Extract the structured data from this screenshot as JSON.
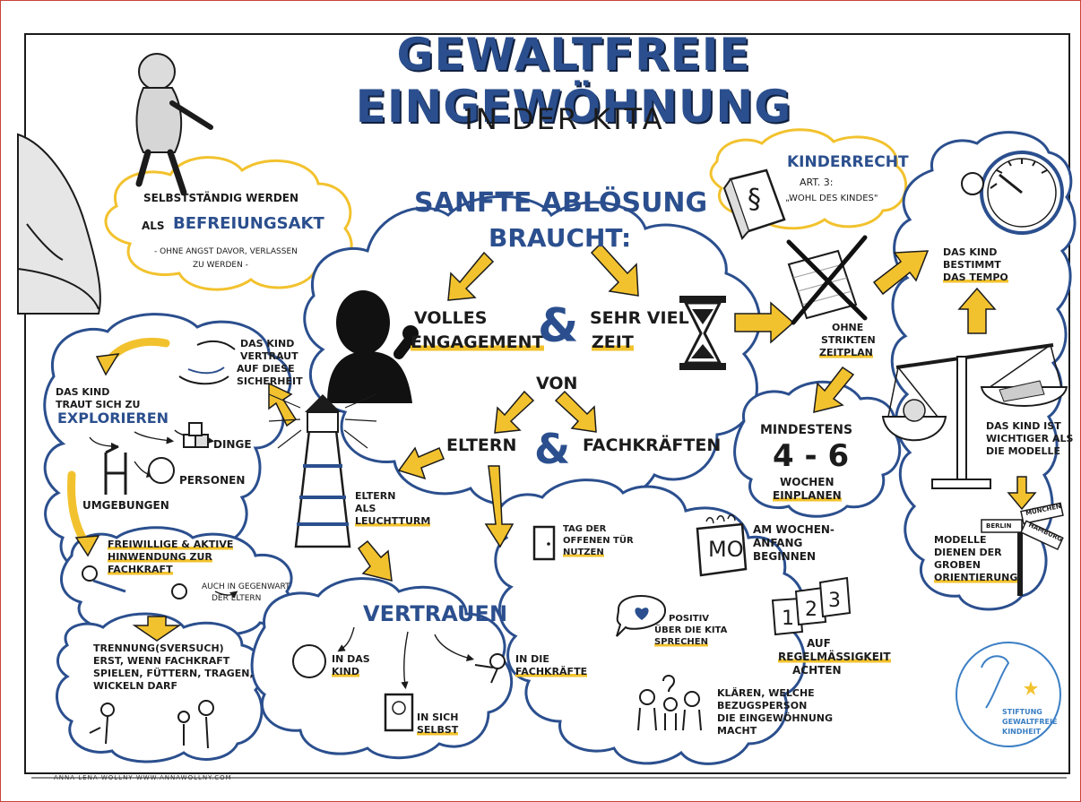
{
  "title": "GEWALTFREIE EINGEWÖHNUNG",
  "subtitle": "IN DER KITA",
  "befreiung": {
    "line1": "SELBSTSTÄNDIG WERDEN",
    "prefix": "ALS",
    "keyword": "BEFREIUNGSAKT",
    "note1": "- OHNE ANGST DAVOR, VERLASSEN",
    "note2": "ZU WERDEN -"
  },
  "center": {
    "heading1": "SANFTE ABLÖSUNG",
    "heading2": "BRAUCHT:",
    "volles1": "VOLLES",
    "volles2": "ENGAGEMENT",
    "amp": "&",
    "zeit1": "SEHR VIEL",
    "zeit2": "ZEIT",
    "von": "VON",
    "eltern": "ELTERN",
    "fach": "FACHKRÄFTEN"
  },
  "kinderrecht": {
    "title": "KINDERRECHT",
    "article": "ART. 3:",
    "quote": "„WOHL DES KINDES\"",
    "book_symbol": "§"
  },
  "zeitplan": {
    "line1": "OHNE",
    "line2": "STRIKTEN",
    "line3": "ZEITPLAN"
  },
  "tempo": {
    "line1": "DAS KIND",
    "line2": "BESTIMMT",
    "line3": "DAS TEMPO"
  },
  "wichtiger": {
    "line1": "DAS KIND IST",
    "line2": "WICHTIGER ALS",
    "line3": "DIE MODELLE"
  },
  "modelle": {
    "line1": "MODELLE",
    "line2": "DIENEN DER",
    "line3": "GROBEN",
    "line4": "ORIENTIERUNG",
    "sign1": "BERLIN",
    "sign2": "MÜNCHEN",
    "sign3": "HAMBURG"
  },
  "mindestens": {
    "line1": "MINDESTENS",
    "range": "4 - 6",
    "line2": "WOCHEN",
    "line3": "EINPLANEN"
  },
  "wochenanfang": {
    "line1": "AM WOCHEN-",
    "line2": "ANFANG",
    "line3": "BEGINNEN",
    "calendar": "MO"
  },
  "offene_tuer": {
    "line1": "TAG DER",
    "line2": "OFFENEN TÜR",
    "line3": "NUTZEN"
  },
  "regelmaessig": {
    "line1": "AUF",
    "line2": "REGELMÄßIGKEIT",
    "line3": "ACHTEN",
    "n1": "1",
    "n2": "2",
    "n3": "3"
  },
  "positiv": {
    "line1": "POSITIV",
    "line2": "ÜBER DIE KITA",
    "line3": "SPRECHEN"
  },
  "klaeren": {
    "line1": "KLÄREN, WELCHE",
    "line2": "BEZUGSPERSON",
    "line3": "DIE EINGEWÖHNUNG",
    "line4": "MACHT"
  },
  "vertraut": {
    "line1": "DAS KIND",
    "line2": "VERTRAUT",
    "line3": "AUF DIESE",
    "line4": "SICHERHEIT"
  },
  "explorieren": {
    "line1": "DAS KIND",
    "line2": "TRAUT SICH ZU",
    "keyword": "EXPLORIEREN",
    "dinge": "DINGE",
    "personen": "PERSONEN",
    "umgebungen": "UMGEBUNGEN"
  },
  "freiwillig": {
    "line1": "FREIWILLIGE & AKTIVE",
    "line2": "HINWENDUNG ZUR",
    "line3": "FACHKRAFT",
    "note1": "AUCH IN GEGENWART",
    "note2": "DER ELTERN"
  },
  "trennung": {
    "line1": "TRENNUNG(SVERSUCH)",
    "line2": "ERST, WENN FACHKRAFT",
    "line3": "SPIELEN, FÜTTERN, TRAGEN,",
    "line4": "WICKELN DARF"
  },
  "leuchtturm": {
    "line1": "ELTERN",
    "line2": "ALS",
    "line3": "LEUCHTTURM"
  },
  "vertrauen": {
    "heading": "VERTRAUEN",
    "kind1": "IN DAS",
    "kind2": "KIND",
    "fach1": "IN DIE",
    "fach2": "FACHKRÄFTE",
    "selbst1": "IN SICH",
    "selbst2": "SELBST"
  },
  "logo": {
    "line1": "STIFTUNG",
    "line2": "GEWALTFREIE",
    "line3": "KINDHEIT"
  },
  "footer": "ANNA LENA WOLLNY    WWW.ANNAWOLLNY.COM",
  "colors": {
    "blue": "#2b4f8e",
    "yellow": "#f2c22e",
    "ink": "#1b1b1b",
    "logo": "#3b7fc4"
  }
}
